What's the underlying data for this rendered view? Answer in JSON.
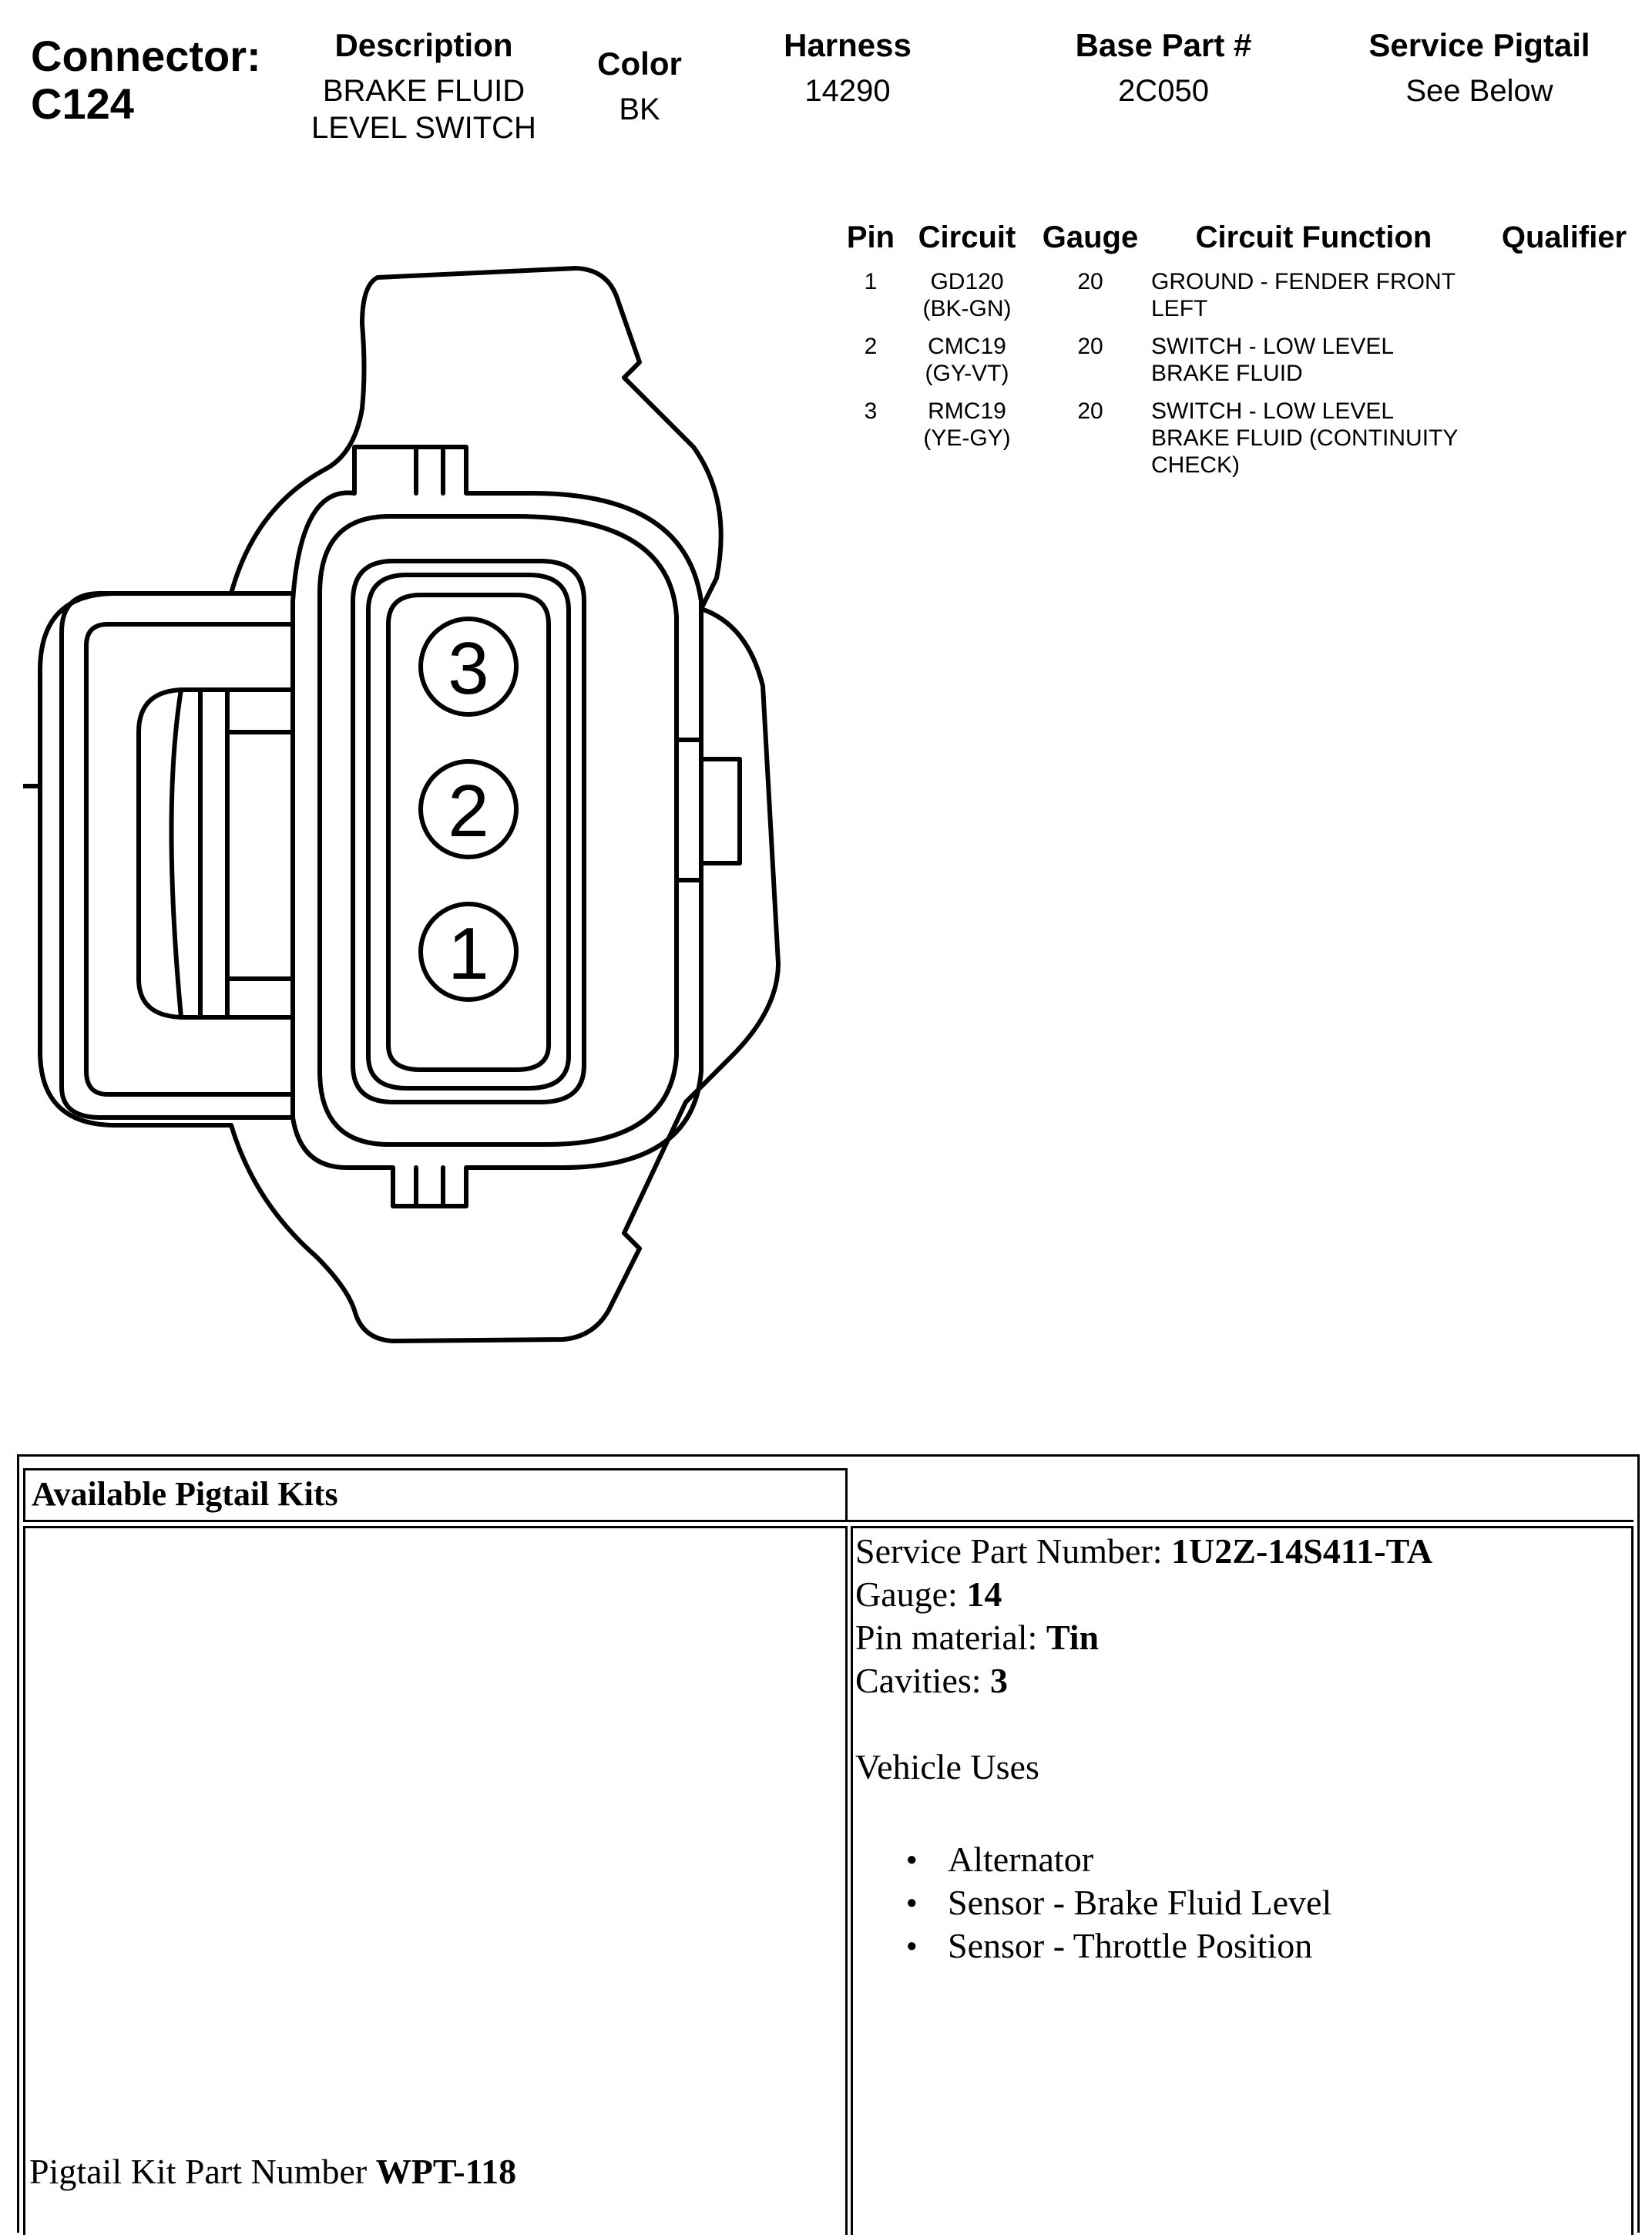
{
  "header": {
    "connector_label": "Connector:",
    "connector_id": "C124",
    "columns": [
      {
        "label": "Description",
        "lines": [
          "BRAKE FLUID",
          "LEVEL SWITCH"
        ]
      },
      {
        "label": "Color",
        "lines": [
          "BK"
        ]
      },
      {
        "label": "Harness",
        "lines": [
          "14290"
        ]
      },
      {
        "label": "Base Part #",
        "lines": [
          "2C050"
        ]
      },
      {
        "label": "Service Pigtail",
        "lines": [
          "See Below"
        ]
      }
    ]
  },
  "pin_table": {
    "headers": [
      "Pin",
      "Circuit",
      "Gauge",
      "Circuit Function",
      "Qualifier"
    ],
    "rows": [
      {
        "pin": "1",
        "circuit": [
          "GD120",
          "(BK-GN)"
        ],
        "gauge": "20",
        "function": [
          "GROUND - FENDER FRONT",
          "LEFT"
        ],
        "qualifier": ""
      },
      {
        "pin": "2",
        "circuit": [
          "CMC19",
          "(GY-VT)"
        ],
        "gauge": "20",
        "function": [
          "SWITCH - LOW LEVEL",
          "BRAKE FLUID"
        ],
        "qualifier": ""
      },
      {
        "pin": "3",
        "circuit": [
          "RMC19",
          "(YE-GY)"
        ],
        "gauge": "20",
        "function": [
          "SWITCH - LOW LEVEL",
          "BRAKE FLUID (CONTINUITY",
          "CHECK)"
        ],
        "qualifier": ""
      }
    ]
  },
  "connector_diagram": {
    "cavities": [
      "3",
      "2",
      "1"
    ]
  },
  "pigtail": {
    "heading": "Available Pigtail Kits",
    "service_part_label": "Service Part Number: ",
    "service_part_value": "1U2Z-14S411-TA",
    "gauge_label": "Gauge: ",
    "gauge_value": "14",
    "pin_material_label": "Pin material: ",
    "pin_material_value": "Tin",
    "cavities_label": "Cavities: ",
    "cavities_value": "3",
    "vehicle_uses_label": "Vehicle Uses",
    "vehicle_uses": [
      "Alternator",
      "Sensor - Brake Fluid Level",
      "Sensor - Throttle Position"
    ],
    "kit_part_label": "Pigtail Kit Part Number ",
    "kit_part_value": "WPT-118"
  }
}
